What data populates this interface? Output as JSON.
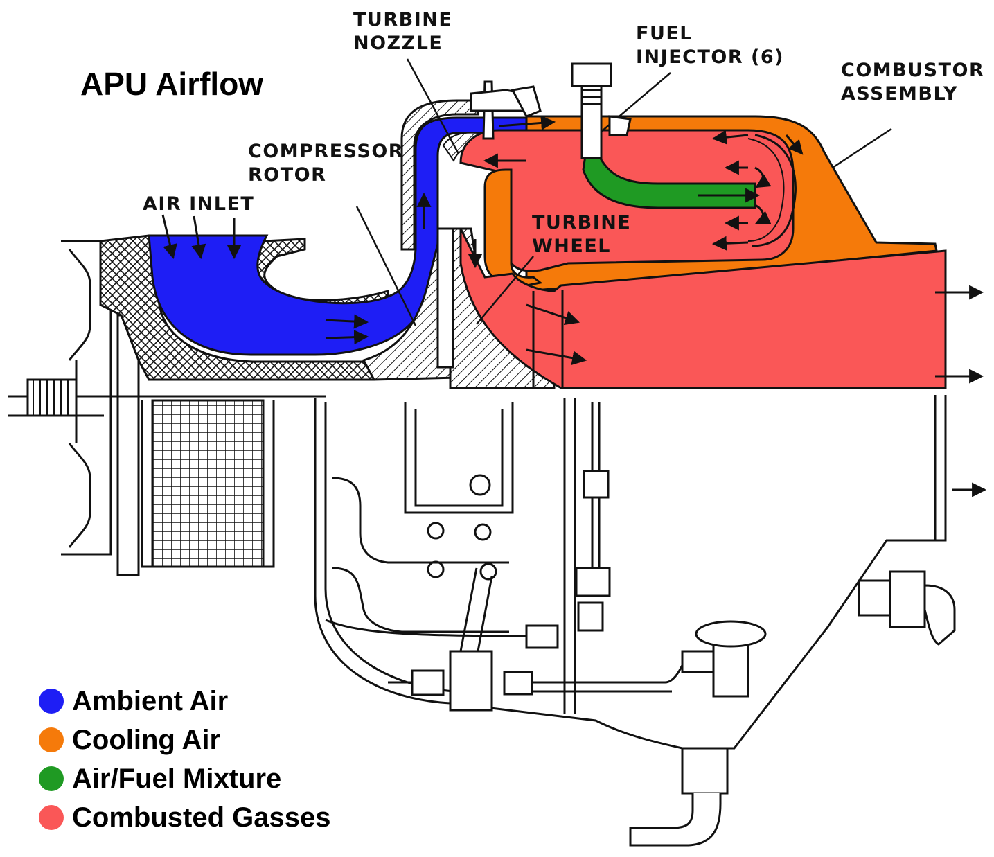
{
  "title": "APU Airflow",
  "colors": {
    "ambient": "#1e1ef5",
    "cooling": "#f57a0a",
    "mixture": "#1f9a23",
    "combusted": "#fa5757",
    "line": "#111111"
  },
  "labels": {
    "turbine_nozzle": [
      "TURBINE",
      "NOZZLE"
    ],
    "fuel_injector": [
      "FUEL",
      "INJECTOR (6)"
    ],
    "combustor_assembly": [
      "COMBUSTOR",
      "ASSEMBLY"
    ],
    "compressor_rotor": [
      "COMPRESSOR",
      "ROTOR"
    ],
    "air_inlet": [
      "AIR INLET"
    ],
    "turbine_wheel": [
      "TURBINE",
      "WHEEL"
    ]
  },
  "legend": [
    {
      "label": "Ambient Air",
      "color": "#1e1ef5"
    },
    {
      "label": "Cooling Air",
      "color": "#f57a0a"
    },
    {
      "label": "Air/Fuel Mixture",
      "color": "#1f9a23"
    },
    {
      "label": "Combusted Gasses",
      "color": "#fa5757"
    }
  ]
}
